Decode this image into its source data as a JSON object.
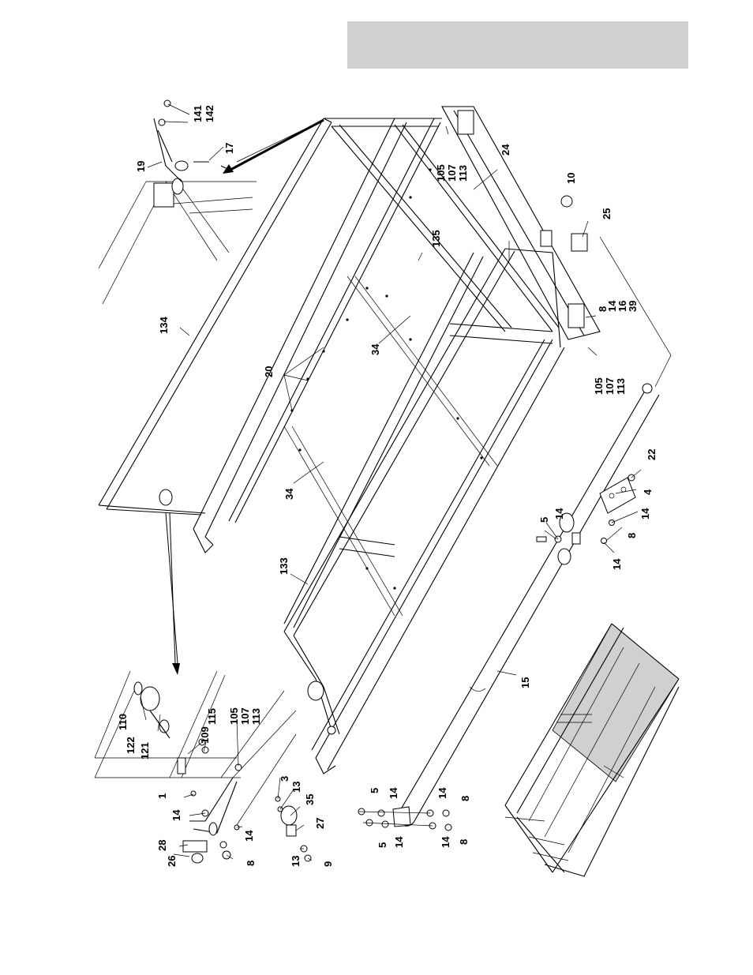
{
  "header": {
    "box_color": "#d1d1d1",
    "text": ""
  },
  "labels": [
    {
      "id": "l141",
      "text": "141"
    },
    {
      "id": "l142",
      "text": "142"
    },
    {
      "id": "l19",
      "text": "19"
    },
    {
      "id": "l17",
      "text": "17"
    },
    {
      "id": "l24",
      "text": "24"
    },
    {
      "id": "l105a",
      "text": "105"
    },
    {
      "id": "l107a",
      "text": "107"
    },
    {
      "id": "l113a",
      "text": "113"
    },
    {
      "id": "l10",
      "text": "10"
    },
    {
      "id": "l25",
      "text": "25"
    },
    {
      "id": "l135",
      "text": "135"
    },
    {
      "id": "l134",
      "text": "134"
    },
    {
      "id": "l8a",
      "text": "8"
    },
    {
      "id": "l14a",
      "text": "14"
    },
    {
      "id": "l16",
      "text": "16"
    },
    {
      "id": "l39",
      "text": "39"
    },
    {
      "id": "l34a",
      "text": "34"
    },
    {
      "id": "l20",
      "text": "20"
    },
    {
      "id": "l105b",
      "text": "105"
    },
    {
      "id": "l107b",
      "text": "107"
    },
    {
      "id": "l113b",
      "text": "113"
    },
    {
      "id": "l22",
      "text": "22"
    },
    {
      "id": "l34b",
      "text": "34"
    },
    {
      "id": "l4",
      "text": "4"
    },
    {
      "id": "l5a",
      "text": "5"
    },
    {
      "id": "l14b",
      "text": "14"
    },
    {
      "id": "l14c",
      "text": "14"
    },
    {
      "id": "l8b",
      "text": "8"
    },
    {
      "id": "l14d",
      "text": "14"
    },
    {
      "id": "l133",
      "text": "133"
    },
    {
      "id": "l15",
      "text": "15"
    },
    {
      "id": "l110",
      "text": "110"
    },
    {
      "id": "l122",
      "text": "122"
    },
    {
      "id": "l121",
      "text": "121"
    },
    {
      "id": "l115",
      "text": "115"
    },
    {
      "id": "l109",
      "text": "109"
    },
    {
      "id": "l105c",
      "text": "105"
    },
    {
      "id": "l107c",
      "text": "107"
    },
    {
      "id": "l113c",
      "text": "113"
    },
    {
      "id": "l1",
      "text": "1"
    },
    {
      "id": "l3",
      "text": "3"
    },
    {
      "id": "l13a",
      "text": "13"
    },
    {
      "id": "l35",
      "text": "35"
    },
    {
      "id": "l14e",
      "text": "14"
    },
    {
      "id": "l27",
      "text": "27"
    },
    {
      "id": "l14f",
      "text": "14"
    },
    {
      "id": "l28",
      "text": "28"
    },
    {
      "id": "l26",
      "text": "26"
    },
    {
      "id": "l8c",
      "text": "8"
    },
    {
      "id": "l13b",
      "text": "13"
    },
    {
      "id": "l9",
      "text": "9"
    },
    {
      "id": "l5b",
      "text": "5"
    },
    {
      "id": "l14g",
      "text": "14"
    },
    {
      "id": "l14h",
      "text": "14"
    },
    {
      "id": "l8d",
      "text": "8"
    },
    {
      "id": "l5c",
      "text": "5"
    },
    {
      "id": "l14i",
      "text": "14"
    },
    {
      "id": "l14j",
      "text": "14"
    },
    {
      "id": "l8e",
      "text": "8"
    }
  ]
}
